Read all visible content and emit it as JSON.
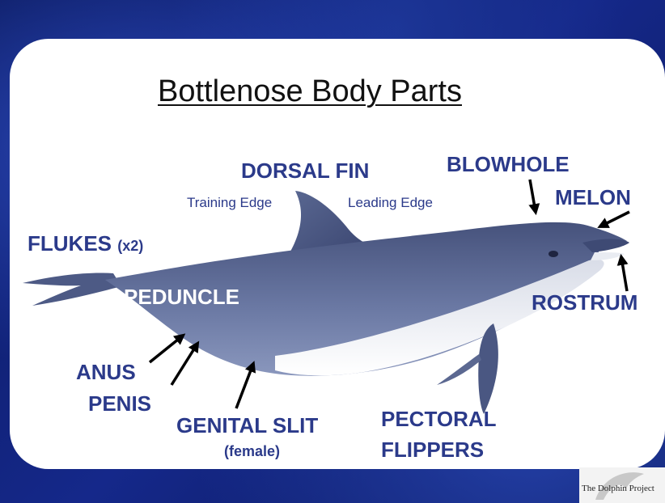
{
  "title": "Bottlenose Body Parts",
  "labels": {
    "dorsal_fin": "DORSAL FIN",
    "blowhole": "BLOWHOLE",
    "melon": "MELON",
    "training_edge": "Training Edge",
    "leading_edge": "Leading Edge",
    "flukes": "FLUKES",
    "flukes_note": "(x2)",
    "peduncle": "PEDUNCLE",
    "rostrum": "ROSTRUM",
    "anus": "ANUS",
    "penis": "PENIS",
    "genital_slit": "GENITAL SLIT",
    "genital_slit_note": "(female)",
    "pectoral": "PECTORAL",
    "flippers": "FLIPPERS"
  },
  "logo_text": "The Dolphin Project",
  "colors": {
    "background": "#0d1f6e",
    "label": "#2b3a8a",
    "dolphin_back": "#56648f",
    "dolphin_belly": "#eef0f4"
  }
}
